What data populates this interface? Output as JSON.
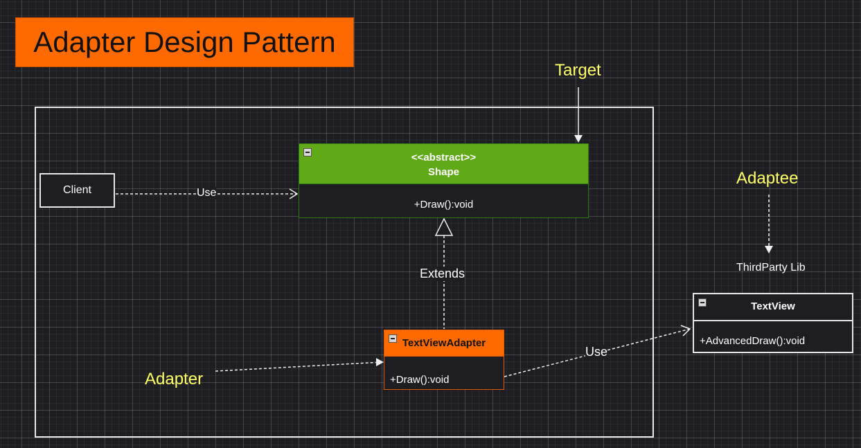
{
  "title": "Adapter Design Pattern",
  "client_label": "Client",
  "target_class": {
    "stereotype": "<<abstract>>",
    "name": "Shape",
    "method": "+Draw():void"
  },
  "adapter_class": {
    "name": "TextViewAdapter",
    "method": "+Draw():void"
  },
  "adaptee_class": {
    "name": "TextView",
    "method": "+AdvancedDraw():void"
  },
  "edges": {
    "client_use": "Use",
    "extends": "Extends",
    "adapter_use": "Use"
  },
  "roles": {
    "target": "Target",
    "adaptee": "Adaptee",
    "adapter": "Adapter"
  },
  "third_party_label": "ThirdParty Lib",
  "colors": {
    "title_fill": "#ff6a00",
    "target_fill": "#60a917",
    "adapter_fill": "#ff6a00",
    "role_label": "#ffff66",
    "background": "#1e1e22"
  }
}
